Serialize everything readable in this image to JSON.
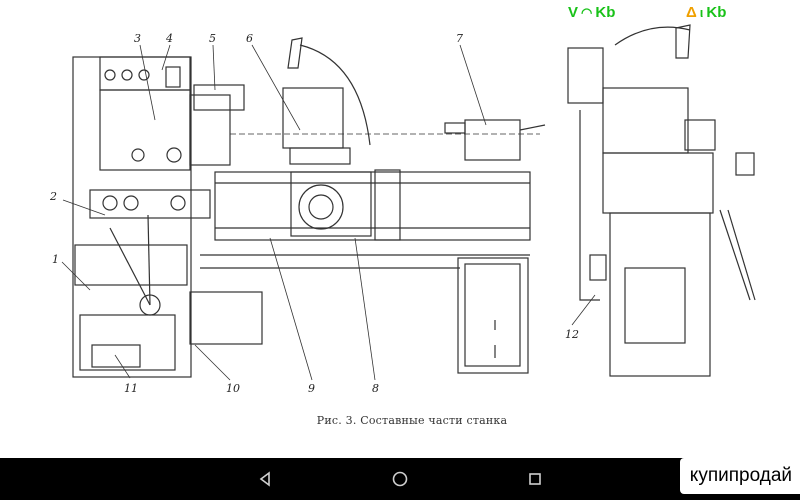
{
  "status_bar": {
    "left_icons": [
      "v-icon",
      "wifi-icon",
      "kb-icon"
    ],
    "left_v": "V",
    "left_kb": "Kb",
    "right_delta": "Δ",
    "right_kb": "Kb",
    "colors": {
      "green": "#19c219",
      "orange": "#f0a000"
    }
  },
  "figure": {
    "caption": "Рис. 3. Составные части станка",
    "callouts": [
      "1",
      "2",
      "3",
      "4",
      "5",
      "6",
      "7",
      "8",
      "9",
      "10",
      "11",
      "12"
    ]
  },
  "nav_bar": {
    "buttons": [
      "back-icon",
      "home-icon",
      "recents-icon"
    ]
  },
  "watermark": {
    "text": "купипродай"
  }
}
